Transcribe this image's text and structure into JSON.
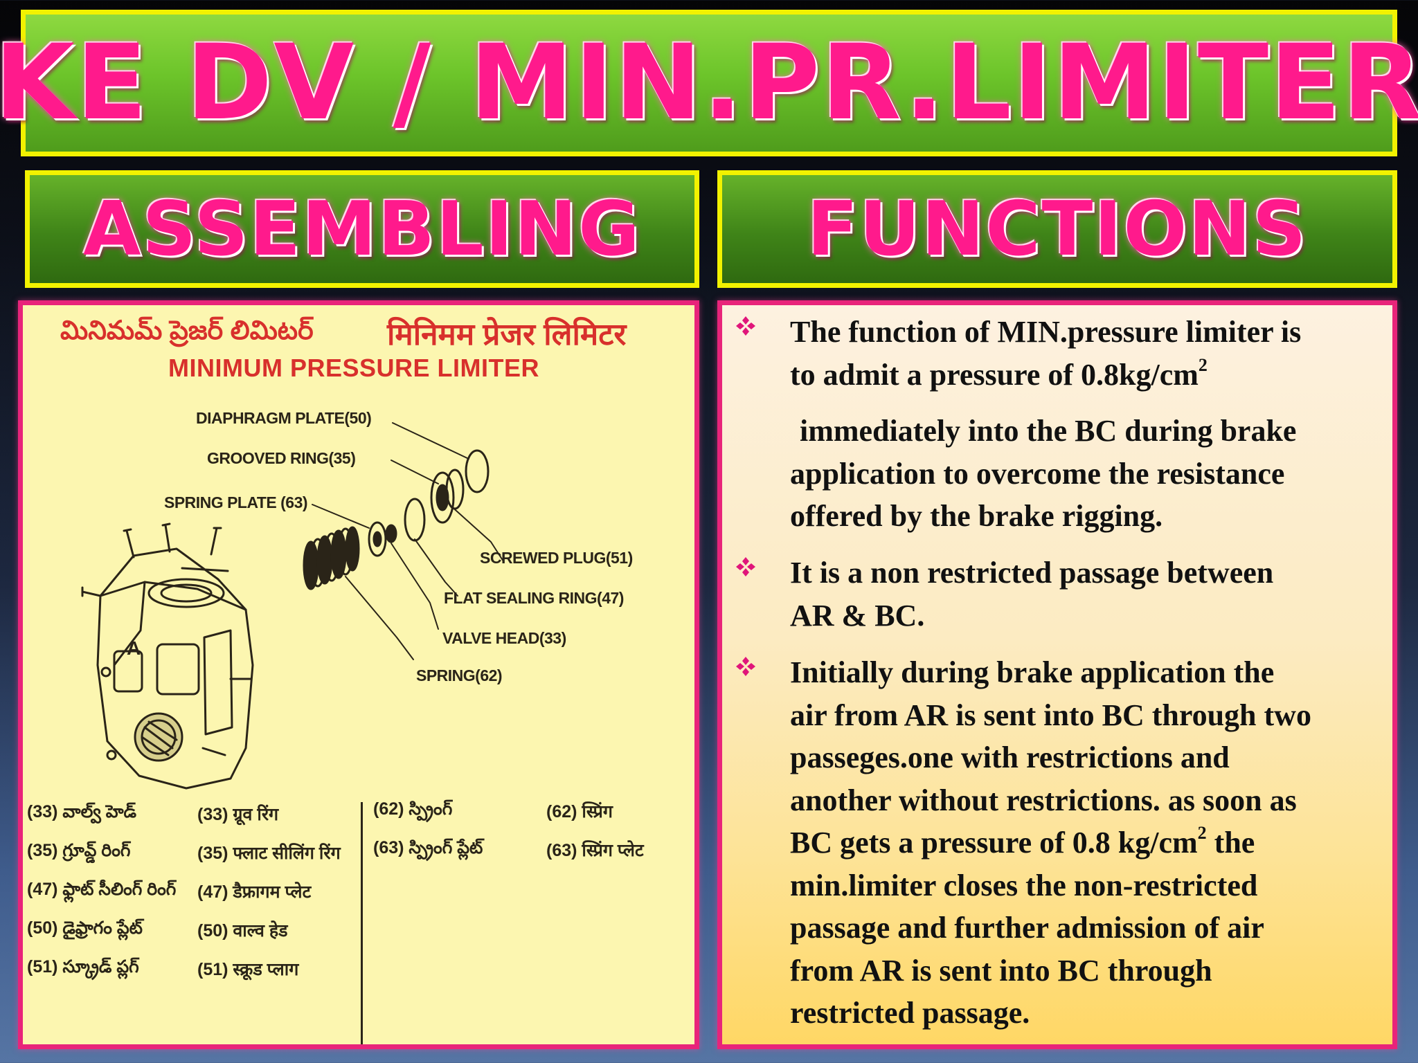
{
  "title": "KE DV / MIN.PR.LIMITER",
  "left_section": {
    "heading": "ASSEMBLING",
    "figure": {
      "title_telugu": "మినిమమ్ ప్రెజర్ లిమిటర్",
      "title_hindi": "मिनिमम प्रेजर लिमिटर",
      "title_english": "MINIMUM PRESSURE LIMITER",
      "part_labels": {
        "diaphragm_plate": "DIAPHRAGM PLATE(50)",
        "grooved_ring": "GROOVED RING(35)",
        "spring_plate": "SPRING PLATE (63)",
        "screwed_plug": "SCREWED PLUG(51)",
        "flat_sealing_ring": "FLAT SEALING RING(47)",
        "valve_head": "VALVE HEAD(33)",
        "spring": "SPRING(62)",
        "body_marker": "A"
      },
      "legend_telugu": [
        "(33) వాల్వ్ హెడ్",
        "(35) గ్రూవ్డ్ రింగ్",
        "(47) ఫ్లాట్ సీలింగ్ రింగ్",
        "(50) డైఫ్రాగం ప్లేట్",
        "(51) స్క్రూడ్ ప్లగ్"
      ],
      "legend_hindi": [
        "(33) ग्रूव रिंग",
        "(35) फ्लाट सीलिंग रिंग",
        "(47) डैफ्रागम प्लेट",
        "(50) वाल्व हेड",
        "(51) स्क्रूड प्लाग"
      ],
      "legend_telugu_2": [
        "(62) స్ప్రింగ్",
        "(63) స్ప్రింగ్ ప్లేట్"
      ],
      "legend_hindi_2": [
        "(62) स्प्रिंग",
        "(63) स्प्रिंग प्लेट"
      ]
    }
  },
  "right_section": {
    "heading": "FUNCTIONS",
    "bullet_icon": "four-diamond-icon",
    "bullet_color": "#e0157a",
    "bullets": [
      {
        "line1": "The function of MIN.pressure limiter is",
        "line2": "to admit a pressure of 0.8kg/cm",
        "sup": "2",
        "line3": " immediately into the BC during brake",
        "line4": "application to overcome the resistance",
        "line5": "offered by the brake rigging."
      },
      {
        "line1": "It is a non restricted passage between",
        "line2": "AR & BC."
      },
      {
        "line1": "Initially during brake application the",
        "line2": "air from AR is sent into BC through two",
        "line3": "passeges.one with restrictions and",
        "line4": "another without restrictions. as soon as",
        "line5a": "BC gets a pressure of 0.8 kg/cm",
        "line5sup": "2",
        "line5b": " the",
        "line6": "min.limiter closes the non-restricted",
        "line7": "passage and further admission of air",
        "line8": "from AR is sent into BC through",
        "line9": "restricted passage."
      }
    ]
  }
}
